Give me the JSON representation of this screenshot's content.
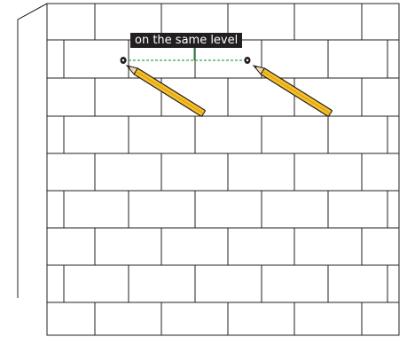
{
  "annotation": {
    "text": "on the same level"
  },
  "colors": {
    "brick_line": "#231f20",
    "guide_line": "#2eaa4a",
    "pencil_body": "#f5c02a",
    "pencil_wood": "#f3d9a6",
    "pencil_lead": "#231f20",
    "mark": "#231f20"
  },
  "wall": {
    "rows": 9,
    "brick_pattern": "running-bond"
  },
  "marks": [
    {
      "name": "left-mark",
      "pencil": "left-pencil"
    },
    {
      "name": "right-mark",
      "pencil": "right-pencil"
    }
  ]
}
